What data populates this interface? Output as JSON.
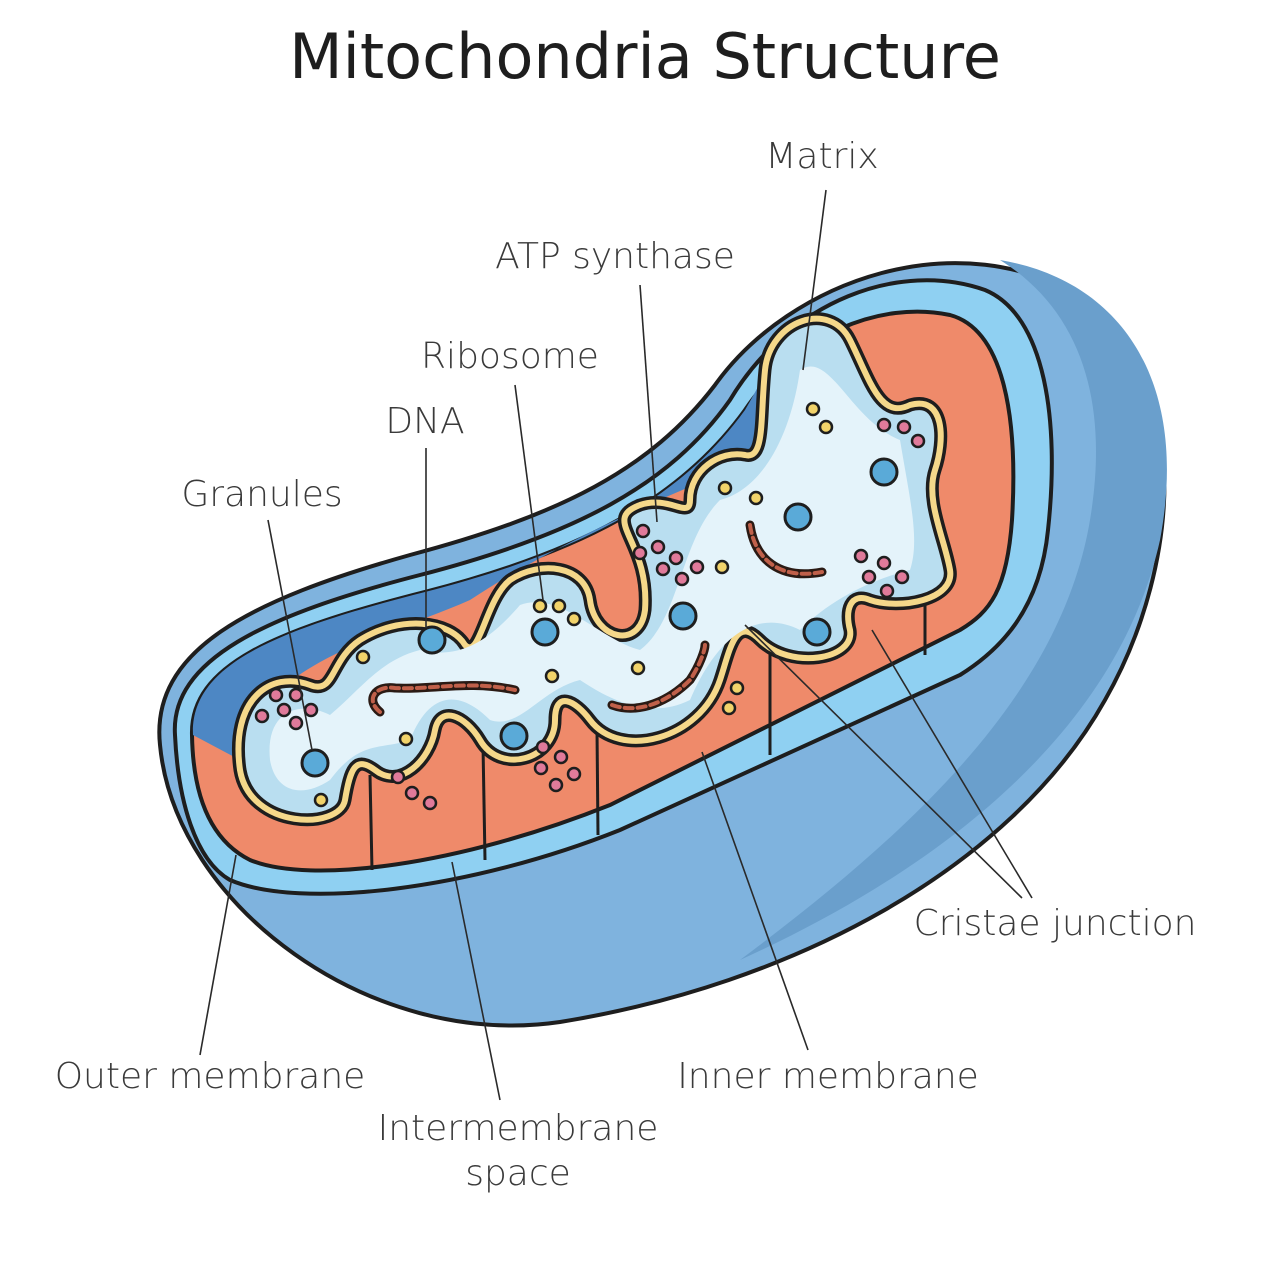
{
  "title": "Mitochondria Structure",
  "labels": {
    "matrix": "Matrix",
    "atp_synthase": "ATP synthase",
    "ribosome": "Ribosome",
    "dna": "DNA",
    "granules": "Granules",
    "cristae_junction": "Cristae junction",
    "outer_membrane": "Outer membrane",
    "intermembrane_space_line1": "Intermembrane",
    "intermembrane_space_line2": "space",
    "inner_membrane": "Inner membrane"
  },
  "colors": {
    "outer_body": "#7fb3de",
    "outer_shadow": "#6a9fcc",
    "rim": "#8fd0f2",
    "intermembrane": "#4d87c4",
    "cristae": "#ef8a6a",
    "matrix": "#e4f3fa",
    "inner_membrane_band": "#f5d88a",
    "granule": "#e07a9a",
    "ribosome": "#f2d36a",
    "atp_synthase": "#5aaad8",
    "dna": "#c0604a"
  }
}
